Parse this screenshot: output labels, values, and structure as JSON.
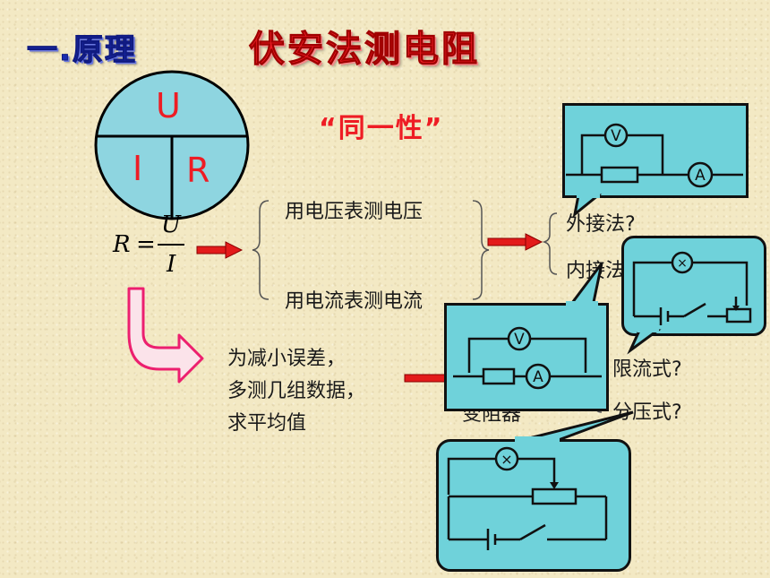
{
  "header": {
    "section": "一.原理",
    "title": "伏安法测电阻",
    "subtitle": "“同一性”"
  },
  "circle": {
    "top": "U",
    "bottom_left": "I",
    "bottom_right": "R"
  },
  "formula": {
    "lhs": "R",
    "eq": "=",
    "numerator": "U",
    "denominator": "I"
  },
  "brace_items": {
    "voltage": "用电压表测电压",
    "current": "用电流表测电流"
  },
  "connection": {
    "external": "外接法?",
    "internal": "内接法?"
  },
  "averaging": {
    "line1": "为减小误差，",
    "line2": "多测几组数据，",
    "line3": "求平均值"
  },
  "rheostat": {
    "label": "变阻器",
    "limit": "限流式?",
    "divider": "分压式?"
  },
  "meters": {
    "voltmeter": "V",
    "ammeter": "A"
  },
  "colors": {
    "title_red": "#ee1c24",
    "heading_blue": "#1a2cb0",
    "callout_cyan": "#6fd2da",
    "arrow_red": "#e31b1b",
    "curved_arrow_pink": "#ec1f6f"
  }
}
